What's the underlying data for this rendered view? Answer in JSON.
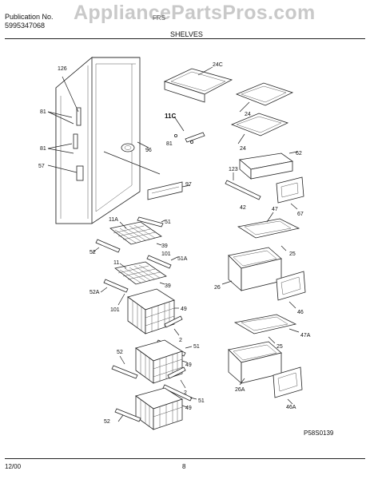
{
  "header": {
    "publication_label": "Publication No.",
    "publication_number": "5995347068",
    "watermark": "AppliancePartsPros.com",
    "model": "FRS",
    "section_title": "SHELVES"
  },
  "callouts": {
    "c126": "126",
    "c81a": "81",
    "c81b": "81",
    "c57": "57",
    "c96": "96",
    "c97": "97",
    "c24C": "24C",
    "c11C": "11C",
    "c81c": "81",
    "c24a": "24",
    "c24b": "24",
    "c62": "62",
    "c123": "123",
    "c42": "42",
    "c47": "47",
    "c67": "67",
    "c11A": "11A",
    "c51a": "51",
    "c39a": "39",
    "c52a": "52",
    "c101a": "101",
    "c51A": "51A",
    "c11": "11",
    "c39b": "39",
    "c52A": "52A",
    "c101b": "101",
    "c49a": "49",
    "c25a": "25",
    "c26": "26",
    "c46": "46",
    "c2a": "2",
    "c51b": "51",
    "c52b": "52",
    "c49b": "49",
    "c47A": "47A",
    "c25b": "25",
    "c2b": "2",
    "c51c": "51",
    "c49c": "49",
    "c52c": "52",
    "c26A": "26A",
    "c46A": "46A"
  },
  "diagram_code": "P58S0139",
  "footer": {
    "date": "12/00",
    "page": "8"
  }
}
